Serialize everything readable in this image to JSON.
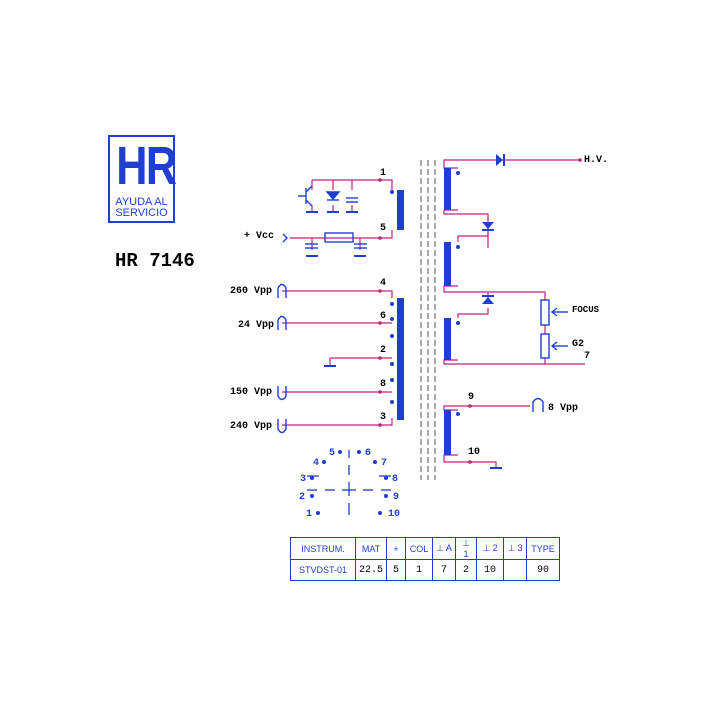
{
  "logo": {
    "mark": "HR",
    "line1": "AYUDA AL",
    "line2": "SERVICIO"
  },
  "model": "HR 7146",
  "labels": {
    "hv": "H.V.",
    "vcc": "+ Vcc",
    "focus": "FOCUS",
    "g2": "G2",
    "v260": "260 Vpp",
    "v24": "24 Vpp",
    "v150": "150 Vpp",
    "v240": "240 Vpp",
    "v8": "8 Vpp"
  },
  "pins": [
    "1",
    "2",
    "3",
    "4",
    "5",
    "6",
    "7",
    "8",
    "9",
    "10"
  ],
  "base": {
    "pins": [
      "1",
      "2",
      "3",
      "4",
      "5",
      "6",
      "7",
      "8",
      "9",
      "10"
    ]
  },
  "table": {
    "headers": [
      "INSTRUM.",
      "MAT",
      "+",
      "COL",
      "⊥ A",
      "⊥ 1",
      "⊥ 2",
      "⊥ 3",
      "TYPE"
    ],
    "values": [
      "STVDST-01",
      "22.5",
      "5",
      "1",
      "7",
      "2",
      "10",
      "",
      "90"
    ]
  },
  "colors": {
    "blue": "#1e3fcf",
    "magenta": "#c0207f",
    "black": "#000000"
  }
}
